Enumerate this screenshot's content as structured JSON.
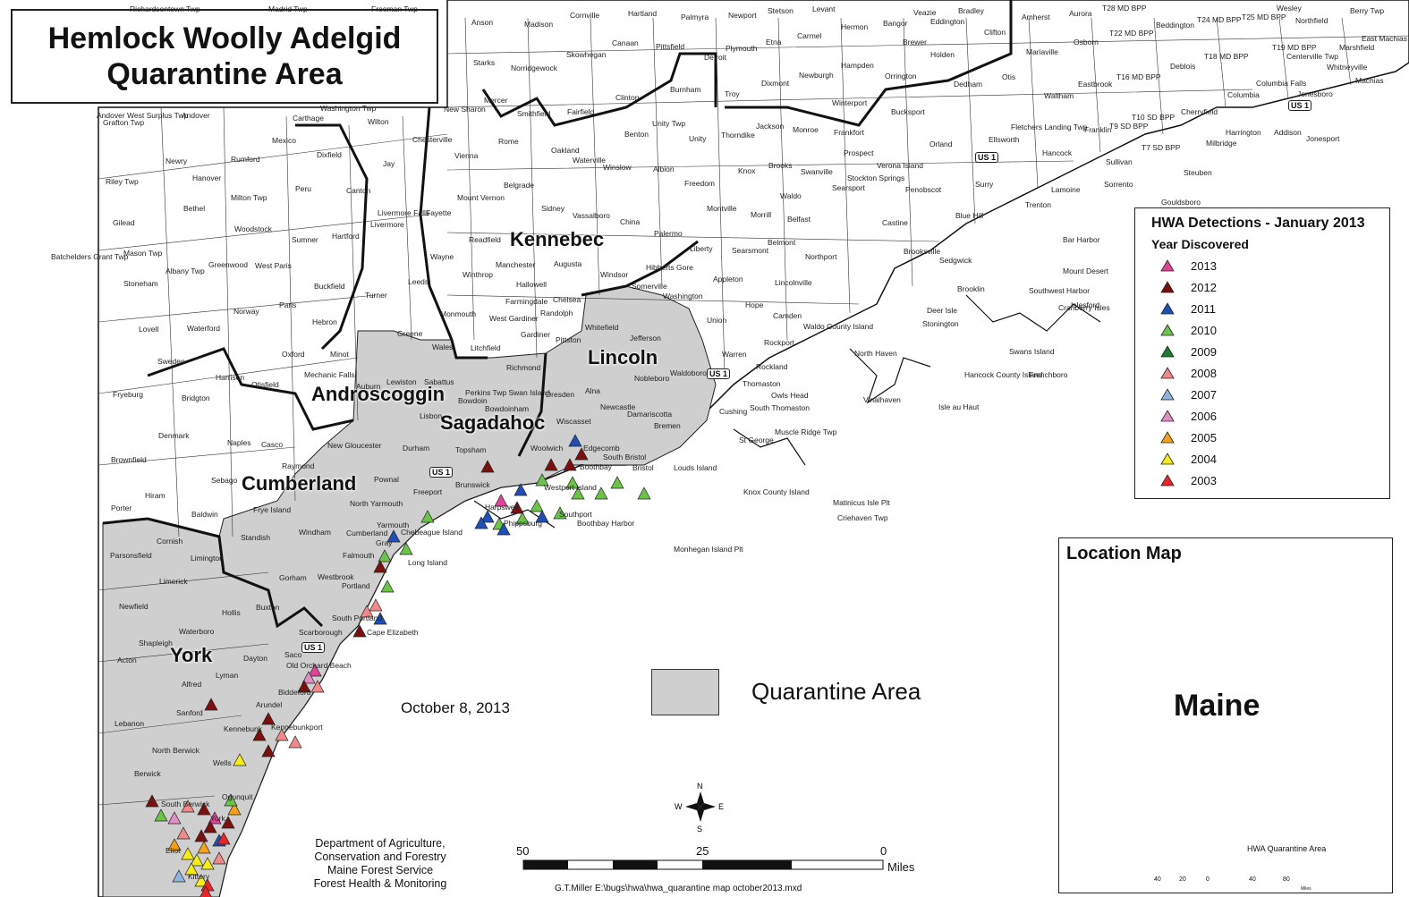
{
  "title": {
    "line1": "Hemlock Woolly Adelgid",
    "line2": "Quarantine Area"
  },
  "legend": {
    "title": "HWA Detections - January 2013",
    "subtitle": "Year Discovered",
    "items": [
      {
        "year": "2013",
        "color": "#e0449a"
      },
      {
        "year": "2012",
        "color": "#7a1010"
      },
      {
        "year": "2011",
        "color": "#1f4fb5"
      },
      {
        "year": "2010",
        "color": "#6cc34a"
      },
      {
        "year": "2009",
        "color": "#1e7a32"
      },
      {
        "year": "2008",
        "color": "#f08a8a"
      },
      {
        "year": "2007",
        "color": "#8fb4e0"
      },
      {
        "year": "2006",
        "color": "#e38ec3"
      },
      {
        "year": "2005",
        "color": "#f3a11d"
      },
      {
        "year": "2004",
        "color": "#f5ea1a"
      },
      {
        "year": "2003",
        "color": "#e8262a"
      }
    ]
  },
  "key": {
    "quarantine_label": "Quarantine Area",
    "quarantine_color": "#cfcfcf"
  },
  "date": "October 8, 2013",
  "credit": [
    "Department of Agriculture,",
    "Conservation and Forestry",
    "Maine Forest Service",
    "Forest Health & Monitoring"
  ],
  "scale": {
    "left": "50",
    "mid": "25",
    "right": "0",
    "unit": "Miles"
  },
  "compass": {
    "n": "N",
    "s": "S",
    "e": "E",
    "w": "W"
  },
  "filepath": "G.T.Miller      E:\\bugs\\hwa\\hwa_quarantine map october2013.mxd",
  "location_map": {
    "title": "Location Map",
    "state": "Maine",
    "arrow_label": "HWA Quarantine Area",
    "scale": [
      "40",
      "20",
      "0",
      "40",
      "80"
    ],
    "scale_unit": "Miles"
  },
  "counties": [
    "Kennebec",
    "Androscoggin",
    "Sagadahoc",
    "Lincoln",
    "Cumberland",
    "York"
  ],
  "route_label": "US 1",
  "towns": [
    "Richardsontown Twp",
    "Madrid Twp",
    "Freeman Twp",
    "Anson",
    "Madison",
    "Cornville",
    "Hartland",
    "Palmyra",
    "Newport",
    "Stetson",
    "Levant",
    "Veazie",
    "Bradley",
    "Clifton",
    "Amherst",
    "Aurora",
    "T28 MD BPP",
    "Wesley",
    "Berry Twp",
    "Beddington",
    "T24 MD BPP",
    "T25 MD BPP",
    "Northfield",
    "East Machias",
    "Marshfield",
    "Whitneyville",
    "Machias",
    "Starks",
    "Norridgewock",
    "Skowhegan",
    "Canaan",
    "Pittsfield",
    "Detroit",
    "Plymouth",
    "Etna",
    "Carmel",
    "Hermon",
    "Bangor",
    "Brewer",
    "Eddington",
    "Holden",
    "Mariaville",
    "Osborn",
    "T22 MD BPP",
    "T18 MD BPP",
    "T19 MD BPP",
    "Centerville Twp",
    "Deblois",
    "T16 MD BPP",
    "Columbia Falls",
    "Jonesboro",
    "Columbia",
    "Mercer",
    "Smithfield",
    "Fairfield",
    "Clinton",
    "Burnham",
    "Troy",
    "Dixmont",
    "Newburgh",
    "Hampden",
    "Orrington",
    "Dedham",
    "Otis",
    "Waltham",
    "Eastbrook",
    "T10 SD BPP",
    "T9 SD BPP",
    "Cherryfield",
    "Addison",
    "Jonesport",
    "New Sharon",
    "Wilton",
    "Carthage",
    "Washington Twp",
    "Andover",
    "Andover West Surplus Twp",
    "Grafton Twp",
    "Winterport",
    "Bucksport",
    "Franklin",
    "Fletchers Landing Twp",
    "Milbridge",
    "Harrington",
    "Steuben",
    "Mexico",
    "Dixfield",
    "Chesterville",
    "Rome",
    "Oakland",
    "Waterville",
    "Benton",
    "Unity Twp",
    "Unity",
    "Thorndike",
    "Jackson",
    "Monroe",
    "Frankfort",
    "Orland",
    "Ellsworth",
    "Hancock",
    "Sullivan",
    "T7 SD BPP",
    "Gouldsboro",
    "Newry",
    "Rumford",
    "Jay",
    "Vienna",
    "Belgrade",
    "Winslow",
    "Albion",
    "Knox",
    "Brooks",
    "Swanville",
    "Prospect",
    "Verona Island",
    "Surry",
    "Trenton",
    "Lamoine",
    "Sorrento",
    "Riley Twp",
    "Hanover",
    "Peru",
    "Canton",
    "Livermore Falls",
    "Fayette",
    "Mount Vernon",
    "Sidney",
    "Vassalboro",
    "China",
    "Freedom",
    "Montville",
    "Waldo",
    "Searsport",
    "Stockton Springs",
    "Penobscot",
    "Blue Hill",
    "Bar Harbor",
    "Milton Twp",
    "Bethel",
    "Woodstock",
    "Livermore",
    "Readfield",
    "Palermo",
    "Morrill",
    "Belfast",
    "Castine",
    "Gilead",
    "Sumner",
    "Hartford",
    "Wayne",
    "Augusta",
    "Liberty",
    "Searsmont",
    "Belmont",
    "Northport",
    "Brooksville",
    "Sedgwick",
    "Mount Desert",
    "Batchelders Grant Twp",
    "Mason Twp",
    "Albany Twp",
    "Greenwood",
    "West Paris",
    "Manchester",
    "Windsor",
    "Hibberts Gore",
    "Appleton",
    "Lincolnville",
    "Islesford",
    "Brooklin",
    "Southwest Harbor",
    "Cranberry Isles",
    "Stoneham",
    "Buckfield",
    "Turner",
    "Leeds",
    "Winthrop",
    "Hallowell",
    "Chelsea",
    "Somerville",
    "Washington",
    "Hope",
    "Camden",
    "Deer Isle",
    "Stonington",
    "Norway",
    "Paris",
    "Monmouth",
    "Farmingdale",
    "Randolph",
    "Whitefield",
    "Jefferson",
    "Union",
    "Rockport",
    "Waldo County Island",
    "Hebron",
    "West Gardiner",
    "Gardiner",
    "Pittston",
    "Lovell",
    "Waterford",
    "Greene",
    "Wales",
    "Litchfield",
    "Richmond",
    "Warren",
    "Rockland",
    "North Haven",
    "Vinalhaven",
    "Swans Island",
    "Frenchboro",
    "Hancock County Island",
    "Sweden",
    "Oxford",
    "Minot",
    "Mechanic Falls",
    "Harrison",
    "Otisfield",
    "Auburn",
    "Lewiston",
    "Sabattus",
    "Perkins Twp Swan Island",
    "Bowdoinham",
    "Dresden",
    "Alna",
    "Nobleboro",
    "Waldoboro",
    "Thomaston",
    "Owls Head",
    "South Thomaston",
    "Isle au Haut",
    "Fryeburg",
    "Bridgton",
    "Lisbon",
    "Bowdoin",
    "Newcastle",
    "Damariscotta",
    "Cushing",
    "St George",
    "Muscle Ridge Twp",
    "Wiscasset",
    "Bremen",
    "Denmark",
    "Naples",
    "Casco",
    "New Gloucester",
    "Durham",
    "Topsham",
    "Woolwich",
    "Edgecomb",
    "Boothbay",
    "South Bristol",
    "Bristol",
    "Louds Island",
    "Brownfield",
    "Sebago",
    "Raymond",
    "Pownal",
    "Freeport",
    "Brunswick",
    "Harpswell",
    "Phippsburg",
    "Westport Island",
    "Southport",
    "Boothbay Harbor",
    "Hiram",
    "Baldwin",
    "Knox County Island",
    "Matinicus Isle Plt",
    "Criehaven Twp",
    "Porter",
    "Frye Island",
    "North Yarmouth",
    "Yarmouth",
    "Cumberland",
    "Chebeague Island",
    "Long Island",
    "Monhegan Island Plt",
    "Standish",
    "Windham",
    "Falmouth",
    "Gray",
    "Westbrook",
    "Portland",
    "South Portland",
    "Cape Elizabeth",
    "Parsonsfield",
    "Cornish",
    "Limington",
    "Gorham",
    "Buxton",
    "Scarborough",
    "Limerick",
    "Hollis",
    "Newfield",
    "Waterboro",
    "Shapleigh",
    "Acton",
    "Dayton",
    "Saco",
    "Old Orchard Beach",
    "Biddeford",
    "Lyman",
    "Alfred",
    "Kennebunkport",
    "Kennebunk",
    "Sanford",
    "Arundel",
    "Lebanon",
    "North Berwick",
    "Wells",
    "Berwick",
    "South Berwick",
    "Ogunquit",
    "York",
    "Eliot",
    "Kittery"
  ]
}
